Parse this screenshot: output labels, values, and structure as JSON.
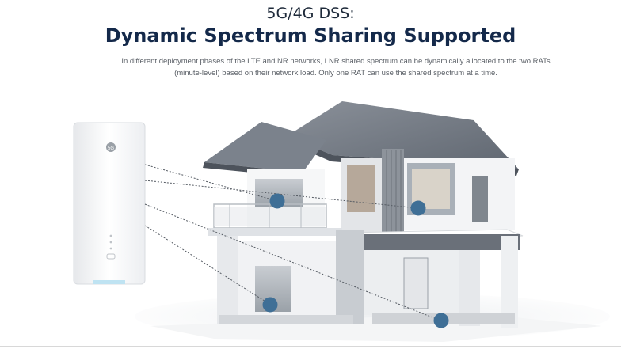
{
  "header": {
    "pretitle": "5G/4G DSS:",
    "title": "Dynamic Spectrum Sharing Supported",
    "description": "In different deployment phases of the LTE and NR networks, LNR shared spectrum can be dynamically allocated to the two RATs (minute-level) based on their network load. Only one RAT can use the shared spectrum at a time."
  },
  "router": {
    "badge": "5G",
    "icon": "router-device-icon"
  },
  "colors": {
    "title": "#14294a",
    "signal_dot": "#3f6f96",
    "house_wall": "#f2f3f5",
    "roof": "#6e7580"
  }
}
